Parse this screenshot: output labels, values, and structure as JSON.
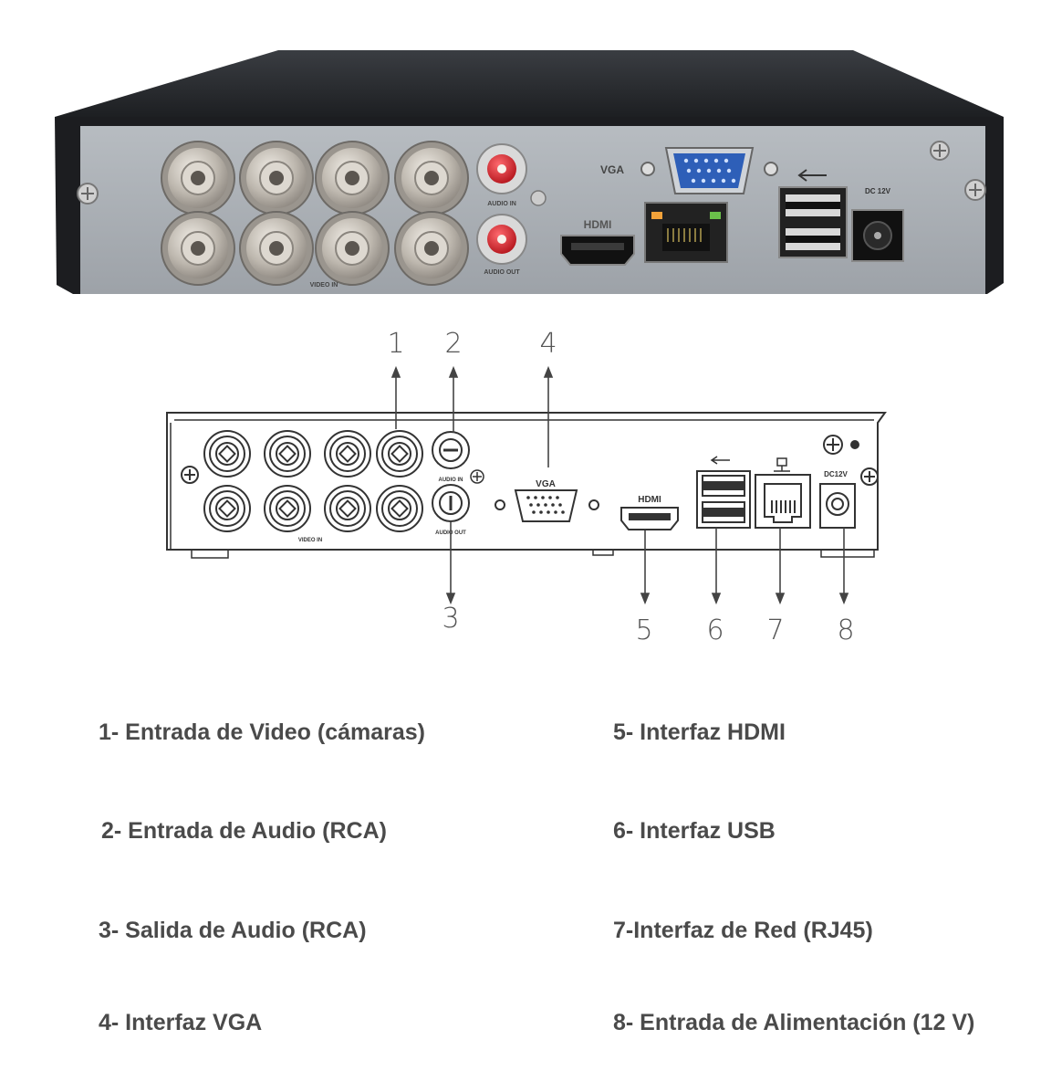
{
  "photo": {
    "labels": {
      "vga": "VGA",
      "hdmi": "HDMI",
      "audio_in": "AUDIO IN",
      "audio_out": "AUDIO OUT",
      "video_in": "VIDEO IN",
      "dc12v": "DC 12V"
    }
  },
  "diagram": {
    "labels": {
      "vga": "VGA",
      "hdmi": "HDMI",
      "audio_in": "AUDIO IN",
      "audio_out": "AUDIO OUT",
      "video_in": "VIDEO IN",
      "dc12v": "DC12V"
    },
    "callouts": [
      "1",
      "2",
      "3",
      "4",
      "5",
      "6",
      "7",
      "8"
    ]
  },
  "legend": {
    "left": [
      "1- Entrada de Video (cámaras)",
      "2- Entrada de Audio (RCA)",
      "3- Salida de Audio (RCA)",
      "4- Interfaz VGA"
    ],
    "right": [
      "5- Interfaz HDMI",
      "6- Interfaz USB",
      "7-Interfaz de Red (RJ45)",
      "8- Entrada de Alimentación (12 V)"
    ]
  },
  "colors": {
    "chassis_top": "#2b2d30",
    "panel": "#a9aeb4",
    "bnc_metal": "#c9c4bc",
    "rca_red": "#d8232a",
    "vga_blue": "#2e5fb8",
    "text": "#4a4a4a"
  }
}
